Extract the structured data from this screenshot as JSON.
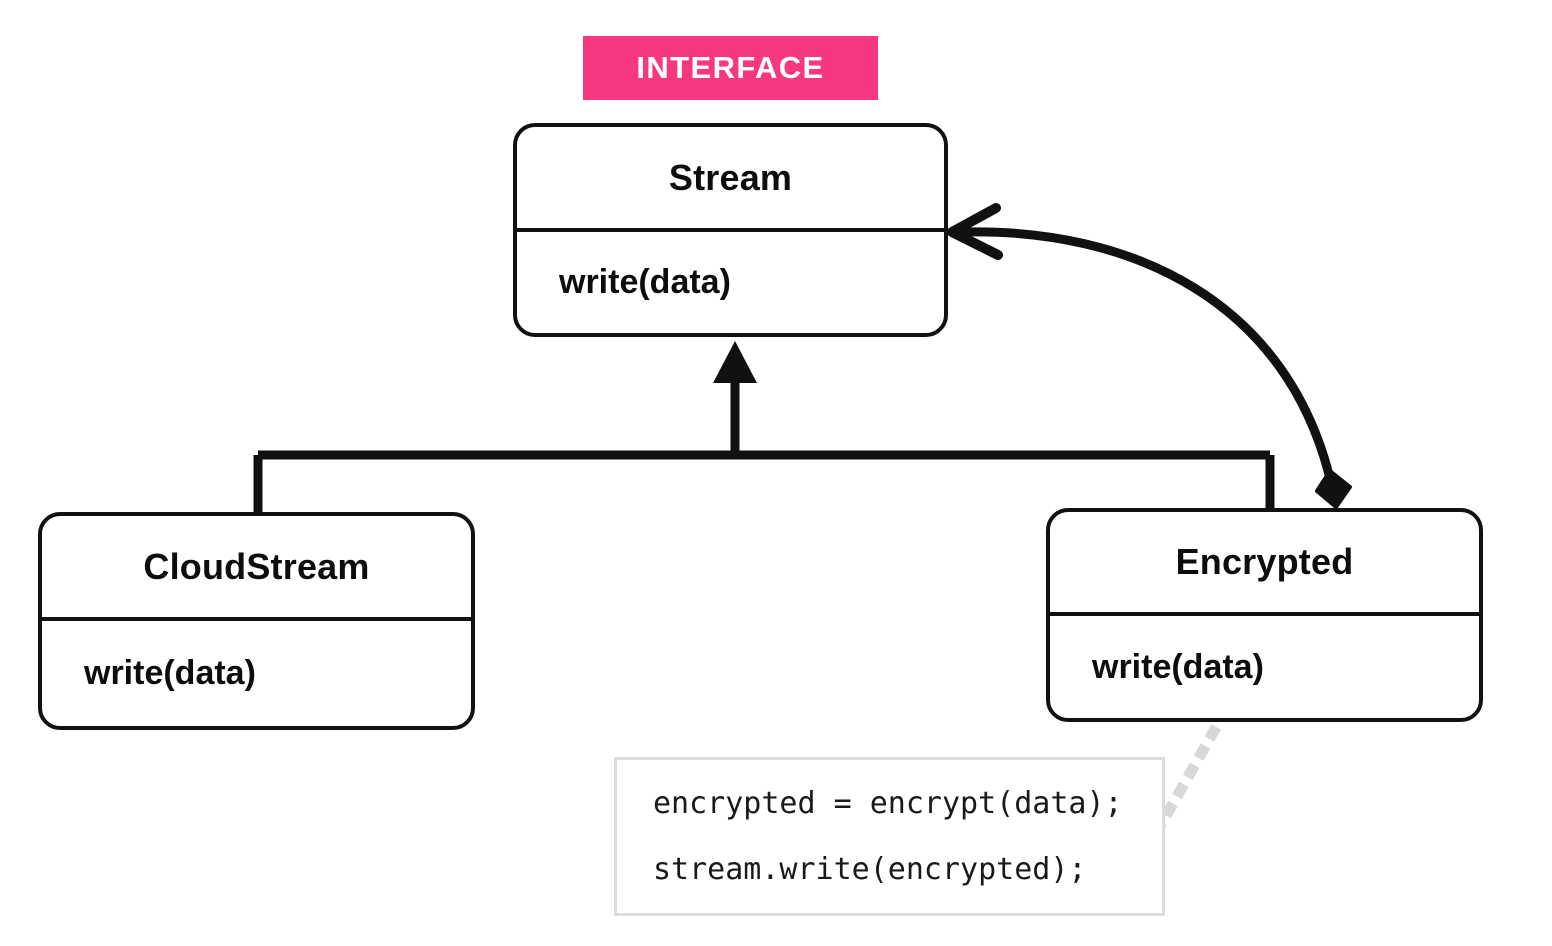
{
  "diagram": {
    "title": "Stream interface with CloudStream and Encrypted implementations",
    "type": "uml-class-diagram",
    "background_color": "#ffffff",
    "line_color": "#111111"
  },
  "badge": {
    "label": "INTERFACE",
    "background_color": "#F7377F",
    "text_color": "#FFFFFF"
  },
  "classes": [
    {
      "id": "stream",
      "name": "Stream",
      "members": [
        "write(data)"
      ],
      "stereotype": "INTERFACE"
    },
    {
      "id": "cloudstream",
      "name": "CloudStream",
      "members": [
        "write(data)"
      ],
      "stereotype": ""
    },
    {
      "id": "encrypted",
      "name": "Encrypted",
      "members": [
        "write(data)"
      ],
      "stereotype": ""
    }
  ],
  "code_note": {
    "lines": [
      "encrypted = encrypt(data);",
      "stream.write(encrypted);"
    ],
    "border_color": "#dcdcdc",
    "leader_color": "#d8d8d8"
  },
  "relationships": [
    {
      "id": "inheritance",
      "kind": "generalization",
      "from": [
        "CloudStream",
        "Encrypted"
      ],
      "to": "Stream",
      "arrowhead": "filled-triangle"
    },
    {
      "id": "composition",
      "kind": "composition",
      "from": "Encrypted",
      "to": "Stream",
      "source_marker": "filled-diamond",
      "target_marker": "open-arrow"
    },
    {
      "id": "note-link",
      "kind": "note-anchor",
      "from": "code_note",
      "to": "Encrypted",
      "style": "dotted"
    }
  ]
}
